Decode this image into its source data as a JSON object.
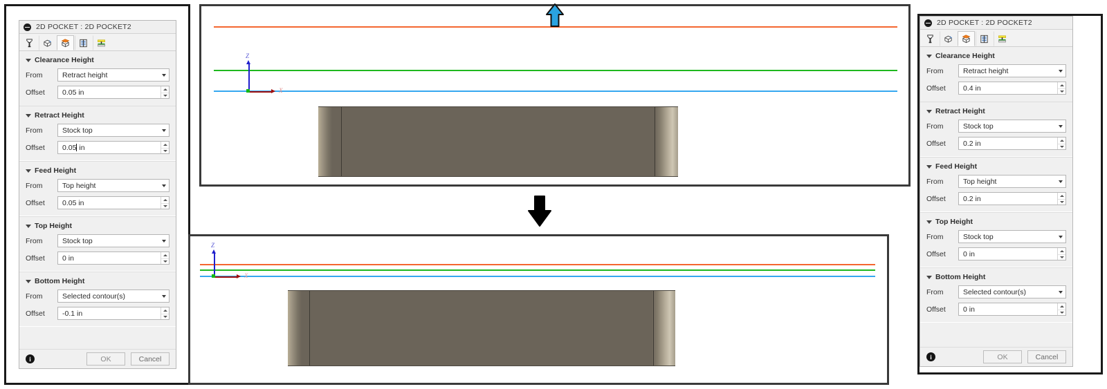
{
  "app": {
    "dialog_title": "2D POCKET : 2D POCKET2",
    "tab_icons": [
      "tool-icon",
      "geometry-icon",
      "heights-icon",
      "passes-icon",
      "linking-icon"
    ],
    "active_tab_index": 2
  },
  "left_panel": {
    "title": "2D POCKET : 2D POCKET2",
    "groups": [
      {
        "name": "Clearance Height",
        "from_label": "From",
        "from_value": "Retract height",
        "offset_label": "Offset",
        "offset_value": "0.05 in",
        "caret_after": null
      },
      {
        "name": "Retract Height",
        "from_label": "From",
        "from_value": "Stock top",
        "offset_label": "Offset",
        "offset_value": "0.05",
        "offset_value_tail": " in",
        "caret_after": "0.05"
      },
      {
        "name": "Feed Height",
        "from_label": "From",
        "from_value": "Top height",
        "offset_label": "Offset",
        "offset_value": "0.05 in",
        "caret_after": null
      },
      {
        "name": "Top Height",
        "from_label": "From",
        "from_value": "Stock top",
        "offset_label": "Offset",
        "offset_value": "0 in",
        "caret_after": null
      },
      {
        "name": "Bottom Height",
        "from_label": "From",
        "from_value": "Selected contour(s)",
        "offset_label": "Offset",
        "offset_value": "-0.1 in",
        "caret_after": null
      }
    ],
    "footer": {
      "ok_label": "OK",
      "cancel_label": "Cancel",
      "info_glyph": "i"
    }
  },
  "right_panel": {
    "title": "2D POCKET : 2D POCKET2",
    "groups": [
      {
        "name": "Clearance Height",
        "from_label": "From",
        "from_value": "Retract height",
        "offset_label": "Offset",
        "offset_value": "0.4 in"
      },
      {
        "name": "Retract Height",
        "from_label": "From",
        "from_value": "Stock top",
        "offset_label": "Offset",
        "offset_value": "0.2 in"
      },
      {
        "name": "Feed Height",
        "from_label": "From",
        "from_value": "Top height",
        "offset_label": "Offset",
        "offset_value": "0.2 in"
      },
      {
        "name": "Top Height",
        "from_label": "From",
        "from_value": "Stock top",
        "offset_label": "Offset",
        "offset_value": "0 in"
      },
      {
        "name": "Bottom Height",
        "from_label": "From",
        "from_value": "Selected contour(s)",
        "offset_label": "Offset",
        "offset_value": "0 in"
      }
    ],
    "footer": {
      "ok_label": "OK",
      "cancel_label": "Cancel",
      "info_glyph": "i"
    }
  },
  "viewports": {
    "top": {
      "name": "top-viewport",
      "axis_z_label": "Z",
      "axis_x_label": "X",
      "height_lines": [
        {
          "name": "clearance-height-line",
          "color": "#f4662f"
        },
        {
          "name": "retract-height-line",
          "color": "#1fb81f"
        },
        {
          "name": "feed-height-line",
          "color": "#35a7f0"
        }
      ],
      "stock_name": "stock-block"
    },
    "bottom": {
      "name": "bottom-viewport",
      "axis_z_label": "Z",
      "axis_x_label": "X",
      "height_lines": [
        {
          "name": "clearance-height-line",
          "color": "#f4662f"
        },
        {
          "name": "retract-height-line",
          "color": "#1fb81f"
        },
        {
          "name": "feed-height-line",
          "color": "#35a7f0"
        }
      ],
      "stock_name": "stock-block"
    }
  },
  "annotations": {
    "up_arrow": {
      "name": "increase-heights-arrow",
      "color": "#2aa3e0"
    },
    "down_arrow": {
      "name": "apply-change-arrow",
      "color": "#000000"
    }
  },
  "colors": {
    "clearance": "#f4662f",
    "retract": "#1fb81f",
    "feed": "#35a7f0",
    "axis_z": "#1f1fcd",
    "axis_x": "#9e0f0f",
    "origin": "#14b814",
    "accent_blue": "#2aa3e0"
  }
}
